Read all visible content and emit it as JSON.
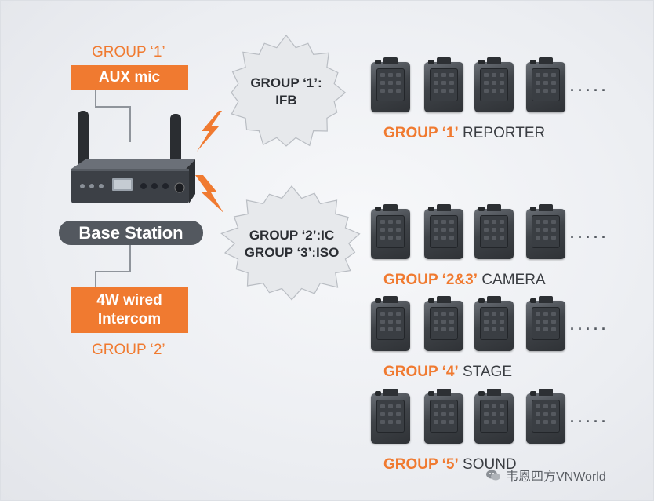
{
  "left": {
    "aux_group": "GROUP ‘1’",
    "aux_label": "AUX mic",
    "base_label": "Base Station",
    "intercom_label_line1": "4W wired",
    "intercom_label_line2": "Intercom",
    "intercom_group": "GROUP ‘2’"
  },
  "bursts": [
    {
      "line1": "GROUP ‘1’:",
      "line2": "IFB"
    },
    {
      "line1": "GROUP ‘2’:IC",
      "line2": "GROUP ‘3’:ISO"
    }
  ],
  "rows": [
    {
      "group": "GROUP ‘1’",
      "role": "REPORTER",
      "more": "·····"
    },
    {
      "group": "GROUP ‘2&3’",
      "role": "CAMERA",
      "more": "·····"
    },
    {
      "group": "GROUP ‘4’",
      "role": "STAGE",
      "more": "·····"
    },
    {
      "group": "GROUP ‘5’",
      "role": "SOUND",
      "more": "·····"
    }
  ],
  "watermark": "韦恩四方VNWorld",
  "colors": {
    "accent": "#f07a30",
    "pill": "#53585f",
    "device": "#3f4348"
  },
  "icons": {
    "signal": "lightning-bolt-icon",
    "watermark": "wechat-icon"
  }
}
